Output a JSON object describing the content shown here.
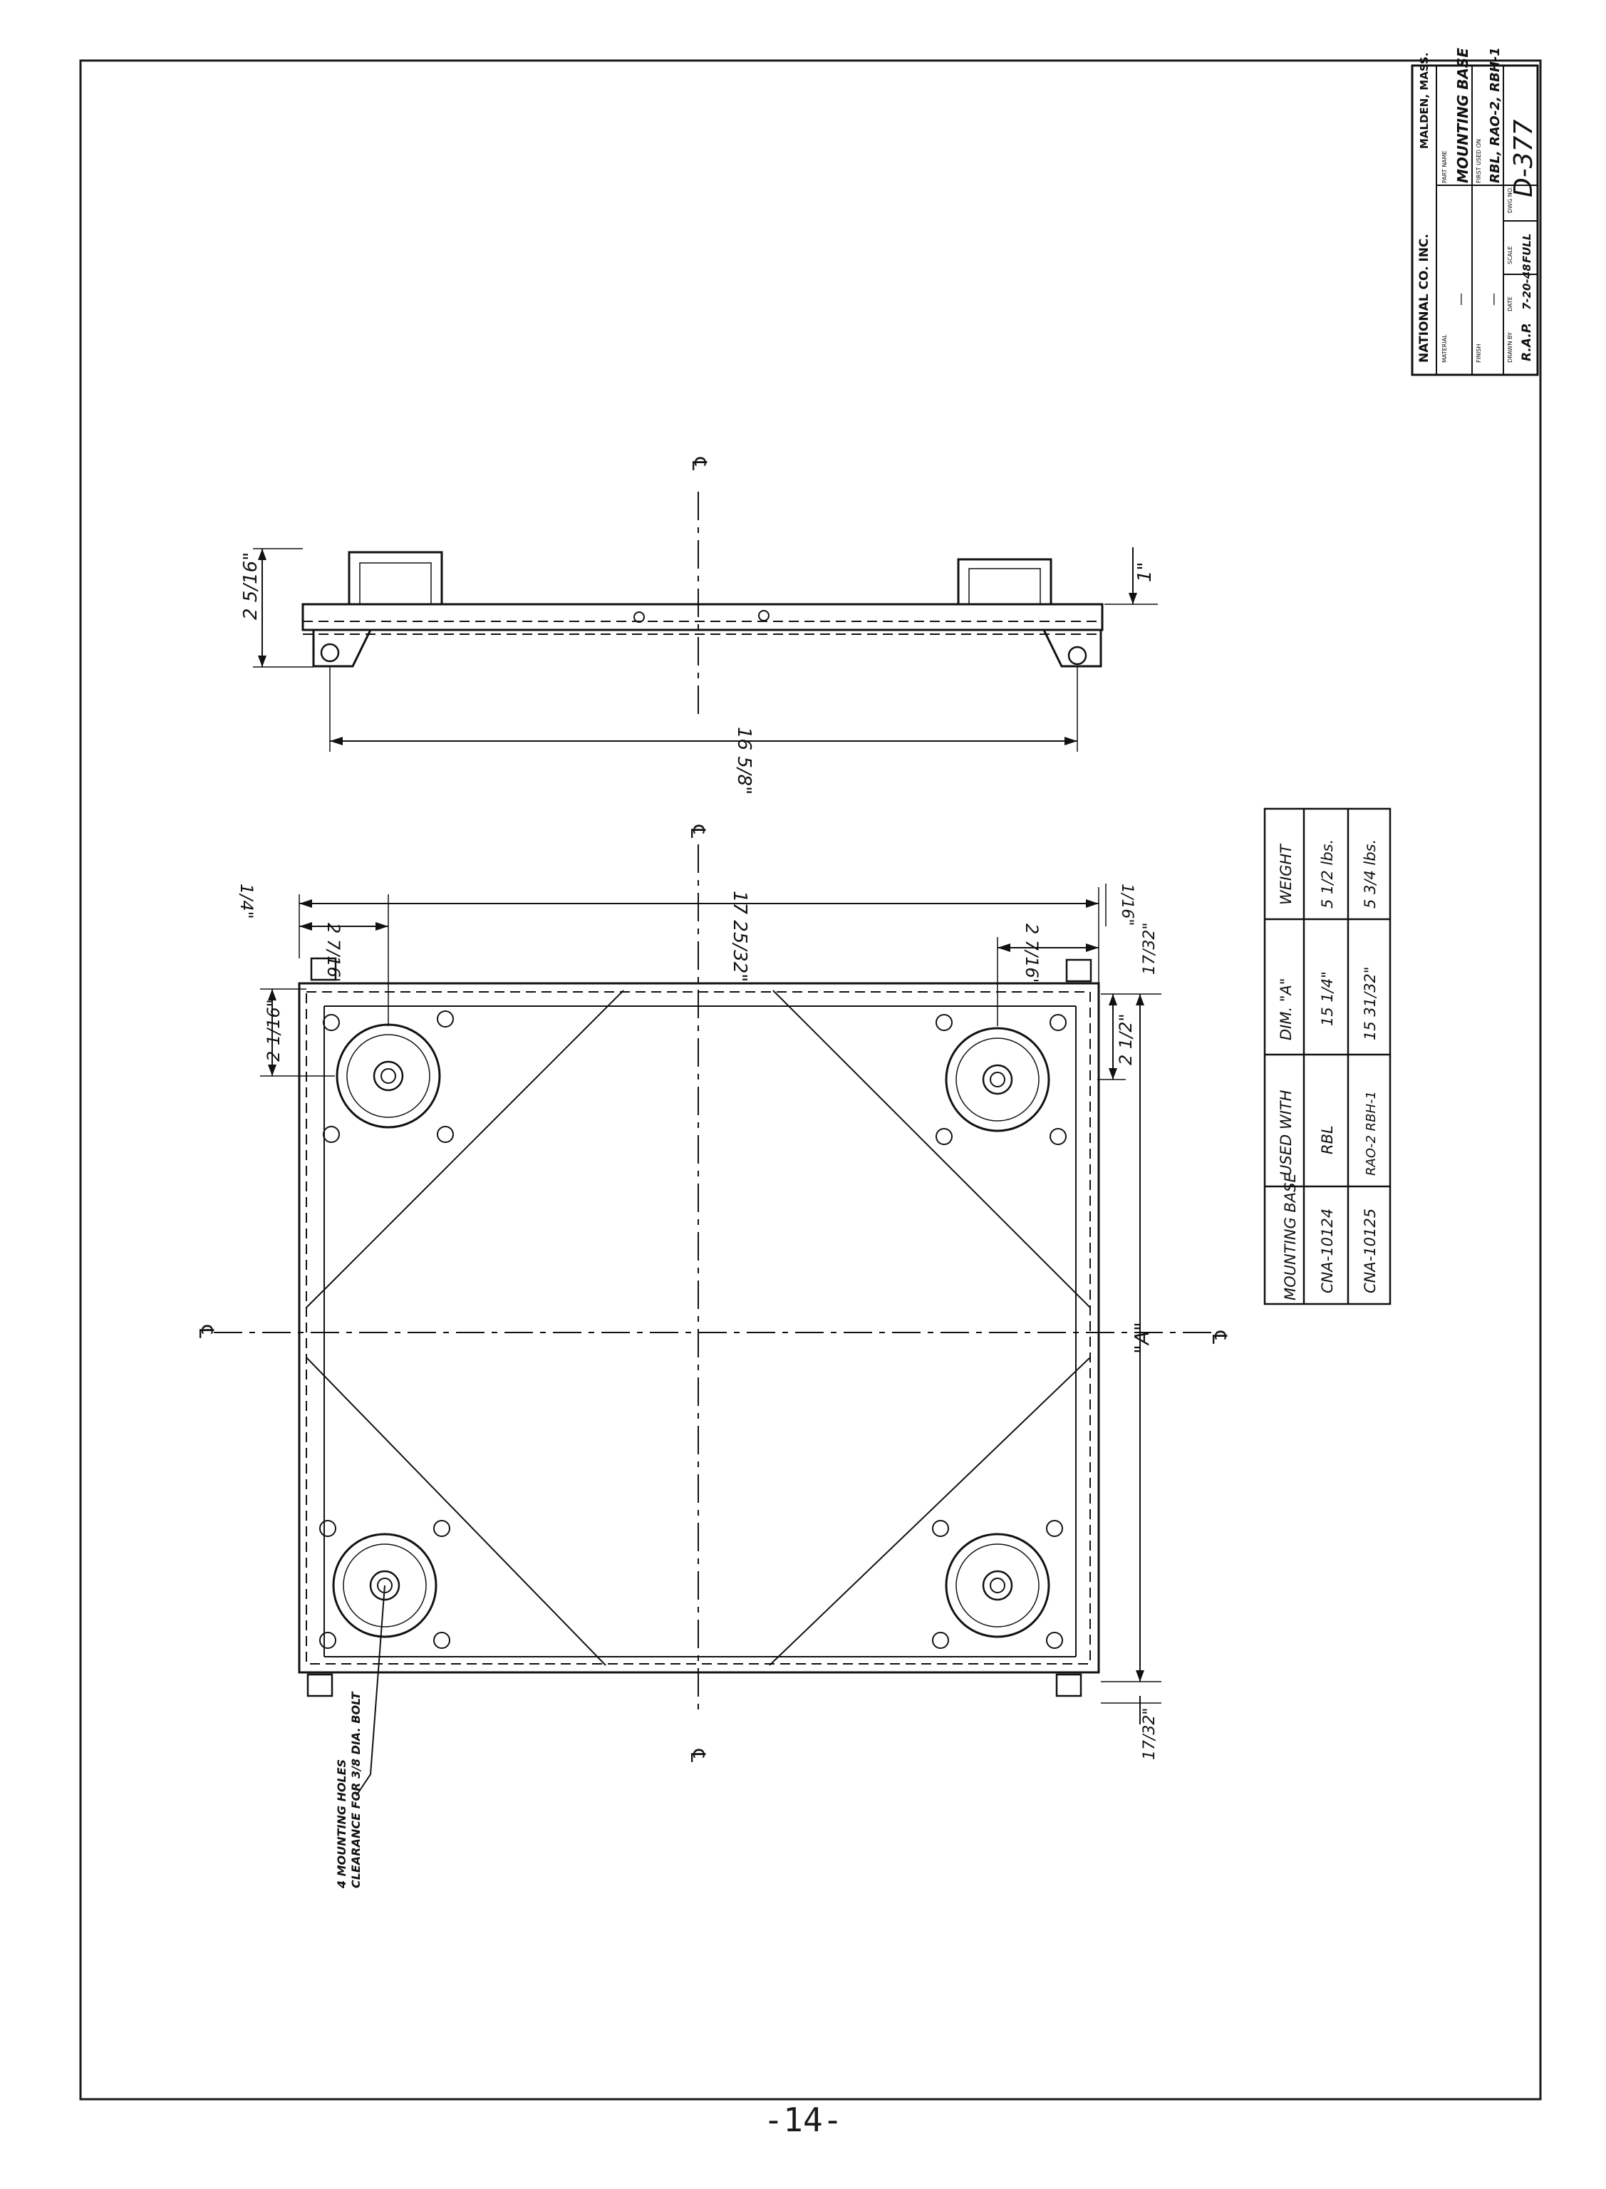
{
  "title_block": {
    "company": "NATIONAL CO. INC.",
    "city": "MALDEN, MASS.",
    "part_name_caption": "PART NAME",
    "part_name": "MOUNTING BASE",
    "used_on_caption": "FIRST USED ON",
    "used_on": "RBL, RAO-2, RBH-1",
    "material_caption": "MATERIAL",
    "finish_caption": "FINISH",
    "drawn_by_caption": "DRAWN BY",
    "drawn_by": "R.A.P.",
    "date_caption": "DATE",
    "date": "7-20-48",
    "scale_caption": "SCALE",
    "scale": "FULL",
    "dwg_caption": "DWG NO.",
    "dwg_no": "D-377",
    "blank_dash": "—"
  },
  "table": {
    "headers": [
      "MOUNTING BASE",
      "USED WITH",
      "DIM. \"A\"",
      "WEIGHT"
    ],
    "rows": [
      [
        "CNA-10124",
        "RBL",
        "15 1/4\"",
        "5 1/2 lbs."
      ],
      [
        "CNA-10125",
        "RAO-2  RBH-1",
        "15 31/32\"",
        "5 3/4 lbs."
      ]
    ]
  },
  "dimensions": {
    "side_height": "2 5/16\"",
    "side_foot": "1\"",
    "side_length": "16 5/8\"",
    "overall_width": "17 25/32\"",
    "left_margin": "1/4\"",
    "offset_top_left": "2 7/16\"",
    "offset_top_right": "2 7/16\"",
    "hole_top_left": "2 1/16\"",
    "hole_right": "2 1/2\"",
    "dim_a": "\"A\"",
    "bottom_gap": "17/32\"",
    "right_gap": "17/32\"",
    "right_small": "1/16\""
  },
  "labels": {
    "centerline": "℄",
    "mounting_note_1": "4 MOUNTING HOLES",
    "mounting_note_2": "CLEARANCE FOR 3/8 DIA. BOLT"
  },
  "page_number": "-14-"
}
